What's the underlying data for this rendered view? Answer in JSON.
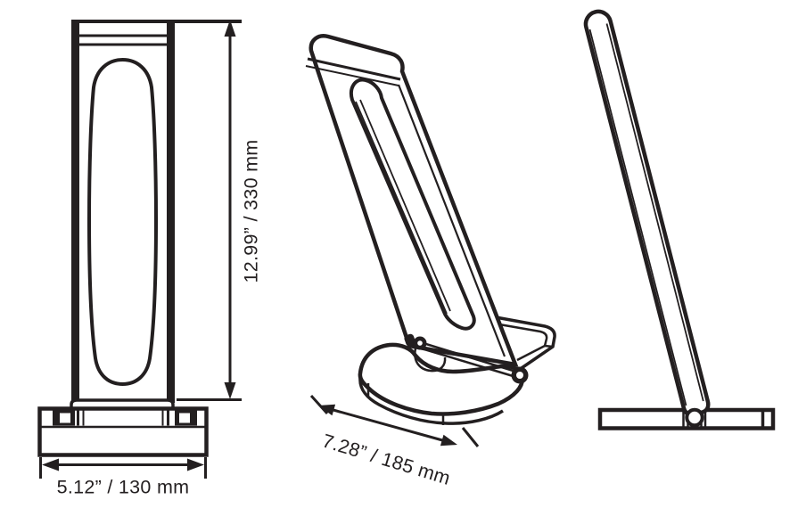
{
  "colors": {
    "ink": "#231f20",
    "background": "#ffffff"
  },
  "dimensions": {
    "height": {
      "label": "12.99” / 330 mm"
    },
    "base_width": {
      "label": "5.12” / 130 mm"
    },
    "base_depth": {
      "label": "7.28” / 185 mm"
    }
  }
}
